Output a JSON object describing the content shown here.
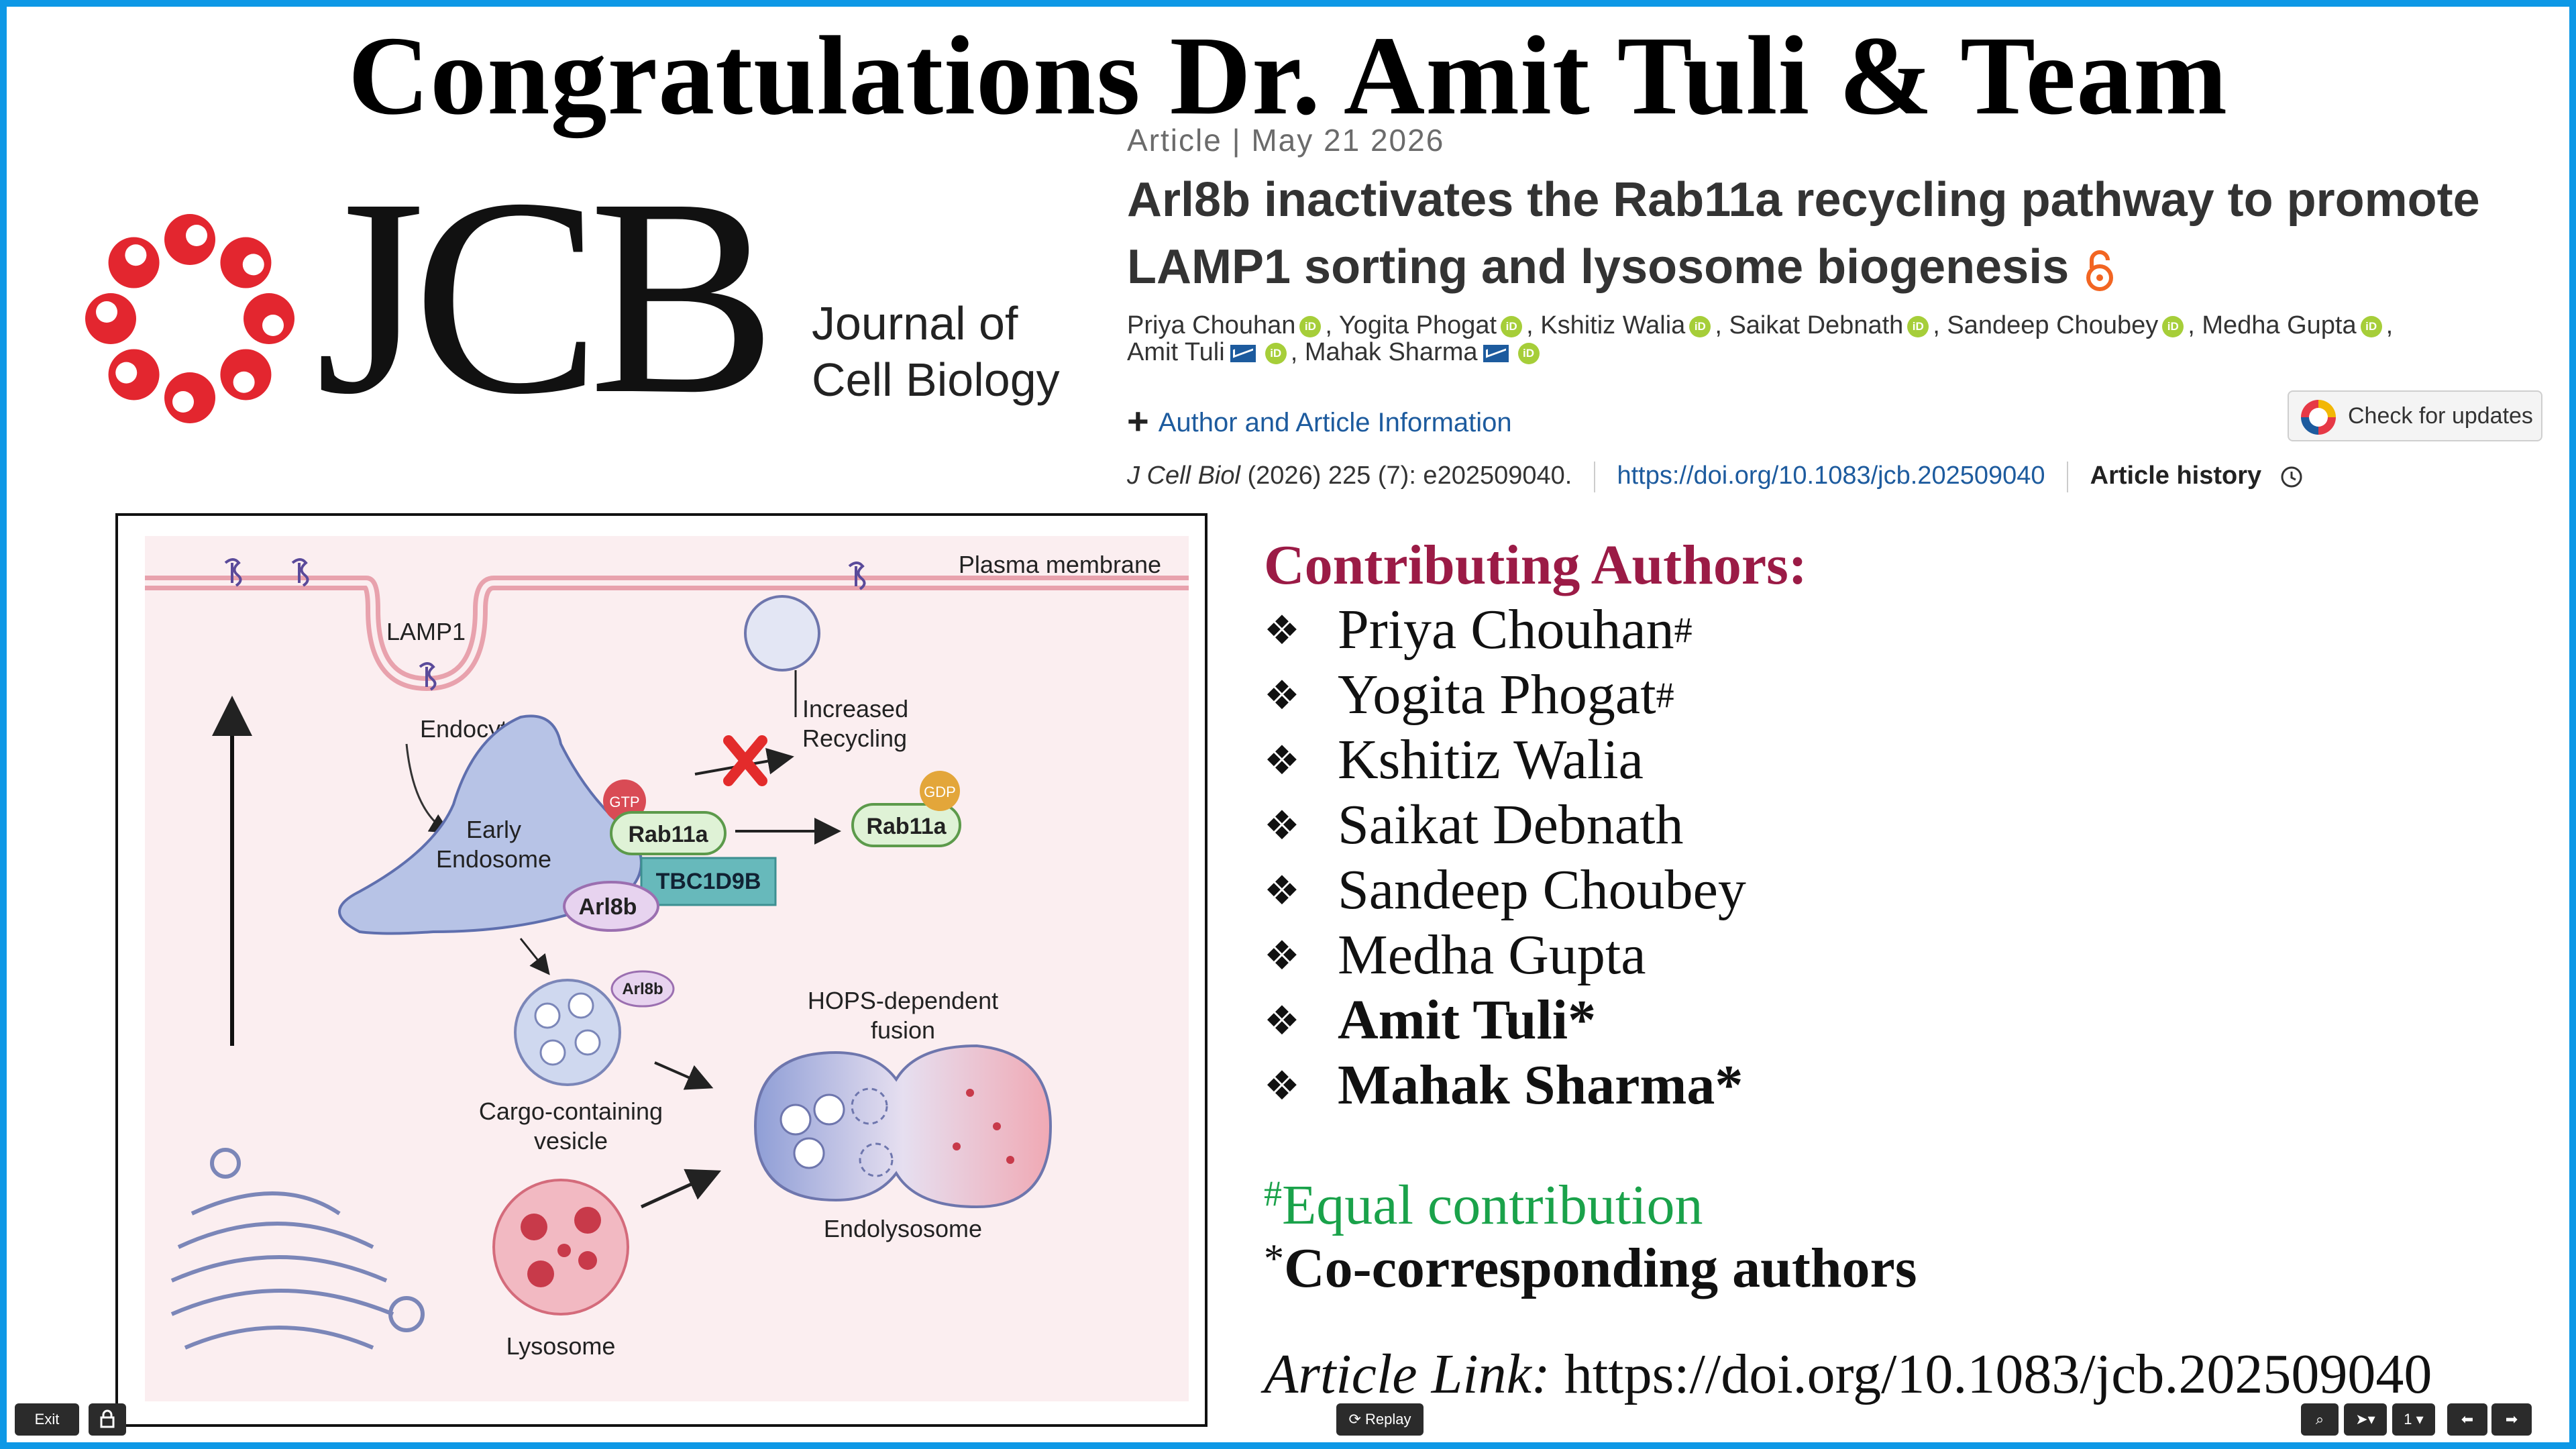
{
  "banner": {
    "title": "Congratulations Dr. Amit Tuli & Team"
  },
  "logo": {
    "text": "JCB",
    "subtitle_line1": "Journal of",
    "subtitle_line2": "Cell Biology"
  },
  "article": {
    "meta": "Article  |  May 21 2026",
    "title": "Arl8b inactivates the Rab11a recycling pathway to promote LAMP1 sorting and lysosome biogenesis",
    "authors": [
      "Priya Chouhan",
      "Yogita Phogat",
      "Kshitiz Walia",
      "Saikat Debnath",
      "Sandeep Choubey",
      "Medha Gupta",
      "Amit Tuli",
      "Mahak Sharma"
    ],
    "author_info": "Author and Article Information",
    "check_updates": "Check for updates",
    "citation_journal": "J Cell Biol",
    "citation_rest": " (2026) 225 (7): e202509040.",
    "doi": "https://doi.org/10.1083/jcb.202509040",
    "history": "Article history"
  },
  "figure": {
    "plasma_membrane": "Plasma membrane",
    "lamp1": "LAMP1",
    "endocytosis": "Endocytosis",
    "increased_1": "Increased",
    "increased_2": "Recycling",
    "early_1": "Early",
    "early_2": "Endosome",
    "gtp": "GTP",
    "gdp": "GDP",
    "rab11a": "Rab11a",
    "tbc": "TBC1D9B",
    "arl8b": "Arl8b",
    "hops_1": "HOPS-dependent",
    "hops_2": "fusion",
    "cargo_1": "Cargo-containing",
    "cargo_2": "vesicle",
    "endolysosome": "Endolysosome",
    "lysosome": "Lysosome"
  },
  "contributors": {
    "heading": "Contributing Authors:",
    "bullet": "❖",
    "items": [
      {
        "name": "Priya Chouhan",
        "mark": "#"
      },
      {
        "name": "Yogita Phogat",
        "mark": "#"
      },
      {
        "name": "Kshitiz Walia",
        "mark": ""
      },
      {
        "name": "Saikat Debnath",
        "mark": ""
      },
      {
        "name": "Sandeep Choubey",
        "mark": ""
      },
      {
        "name": "Medha Gupta",
        "mark": ""
      },
      {
        "name": "Amit Tuli",
        "mark": "*"
      },
      {
        "name": "Mahak Sharma",
        "mark": "*"
      }
    ],
    "equal_mark": "#",
    "equal_text": "Equal contribution",
    "corr_mark": "*",
    "corr_text": "Co-corresponding authors",
    "link_label": "Article Link:",
    "link_url": " https://doi.org/10.1083/jcb.202509040"
  },
  "controls": {
    "exit": "Exit",
    "replay": "Replay",
    "page": "1"
  },
  "colors": {
    "border": "#0d98e6",
    "heading": "#9b1b46",
    "green": "#1aa24a",
    "link": "#1d5b9e"
  }
}
